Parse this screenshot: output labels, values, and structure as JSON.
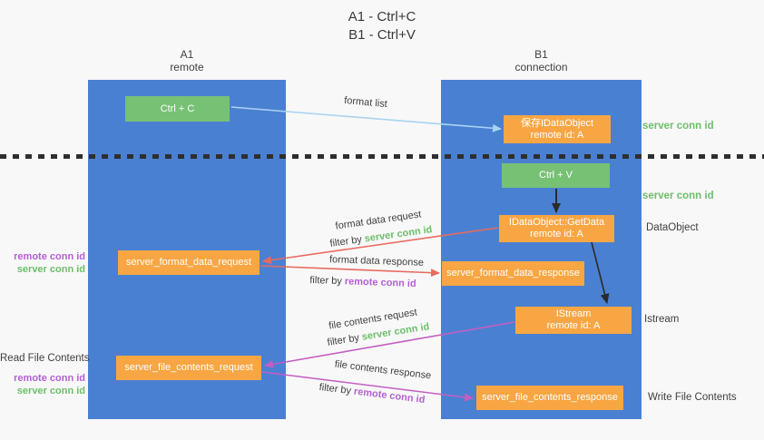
{
  "title": {
    "line1": "A1 - Ctrl+C",
    "line2": "B1 - Ctrl+V"
  },
  "lanes": {
    "left": {
      "name": "A1",
      "role": "remote"
    },
    "right": {
      "name": "B1",
      "role": "connection"
    }
  },
  "nodes": {
    "ctrl_c": {
      "label": "Ctrl + C"
    },
    "save_dataobject": {
      "line1": "保存IDataObject",
      "line2": "remote id: A"
    },
    "ctrl_v": {
      "label": "Ctrl + V"
    },
    "getdata": {
      "line1": "IDataObject::GetData",
      "line2": "remote id: A"
    },
    "format_request": {
      "label": "server_format_data_request"
    },
    "format_response": {
      "label": "server_format_data_response"
    },
    "istream": {
      "line1": "IStream",
      "line2": "remote id: A"
    },
    "file_request": {
      "label": "server_file_contents_request"
    },
    "file_response": {
      "label": "server_file_contents_response"
    }
  },
  "arrow_labels": {
    "format_list": "format list",
    "format_data_request": "format data request",
    "format_data_response": "format data response",
    "file_contents_request": "file contents request",
    "file_contents_response": "file contents response",
    "filter_by": "filter by ",
    "server_conn_id": "server conn id",
    "remote_conn_id": "remote conn id"
  },
  "side_labels": {
    "right_server_conn_id_top": "server conn id",
    "right_server_conn_id_mid": "server conn id",
    "dataobject": "DataObject",
    "istream": "Istream",
    "write_file_contents": "Write File Contents",
    "read_file_contents": "Read File Contents",
    "remote_conn_id": "remote conn id",
    "server_conn_id": "server conn id"
  },
  "colors": {
    "lane_blue": "#4a80d2",
    "box_green": "#77c175",
    "box_orange": "#f7a643",
    "arrow_red": "#e86a5e",
    "arrow_magenta": "#c45ec4",
    "arrow_lightblue": "#a9d3f2",
    "arrow_black": "#2b2b2b",
    "text_green": "#6dbf6b",
    "text_purple": "#b55fd4",
    "text_dark": "#3f3f3f",
    "background": "#f8f8f8"
  }
}
